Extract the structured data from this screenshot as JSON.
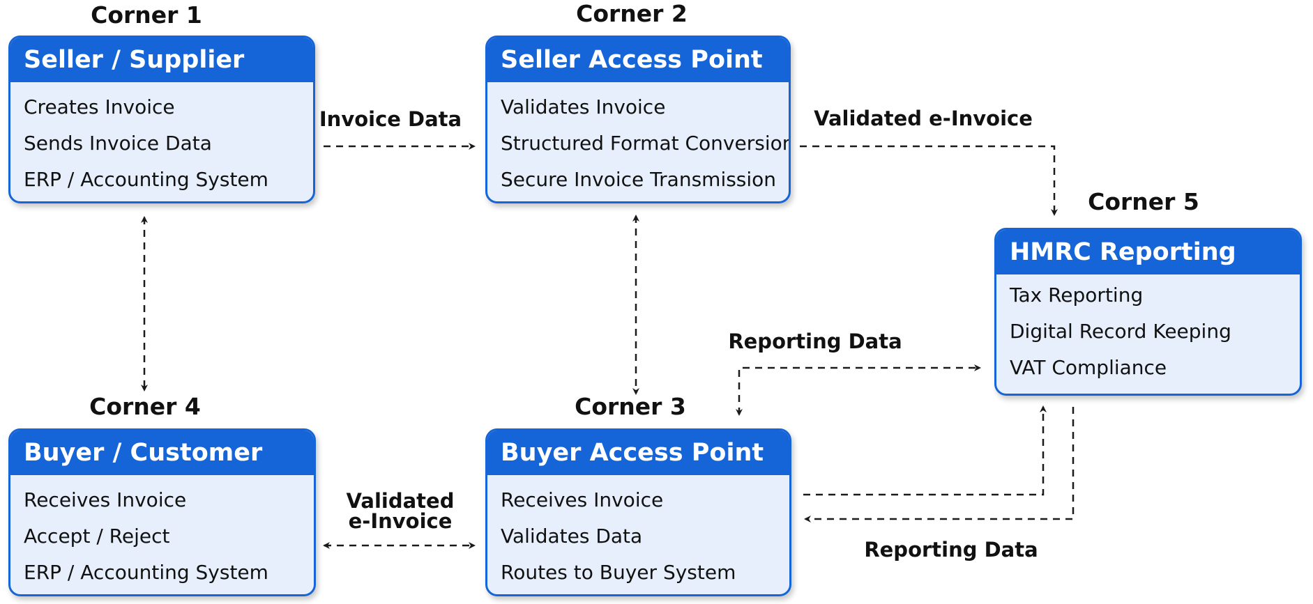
{
  "corners": [
    {
      "id": "c1",
      "label": "Corner 1",
      "title": "Seller / Supplier",
      "items": [
        "Creates Invoice",
        "Sends Invoice Data",
        "ERP / Accounting System"
      ]
    },
    {
      "id": "c2",
      "label": "Corner 2",
      "title": "Seller Access Point",
      "items": [
        "Validates Invoice",
        "Structured Format Conversion",
        "Secure Invoice Transmission"
      ]
    },
    {
      "id": "c3",
      "label": "Corner 3",
      "title": "Buyer Access Point",
      "items": [
        "Receives Invoice",
        "Validates Data",
        "Routes to Buyer System"
      ]
    },
    {
      "id": "c4",
      "label": "Corner 4",
      "title": "Buyer / Customer",
      "items": [
        "Receives Invoice",
        "Accept / Reject",
        "ERP / Accounting System"
      ]
    },
    {
      "id": "c5",
      "label": "Corner 5",
      "title": "HMRC Reporting",
      "items": [
        "Tax Reporting",
        "Digital Record Keeping",
        "VAT Compliance"
      ]
    }
  ],
  "flows": {
    "invoice_data": "Invoice Data",
    "validated_einvoice_top": "Validated e-Invoice",
    "validated_einvoice_bottom_line1": "Validated",
    "validated_einvoice_bottom_line2": "e-Invoice",
    "reporting_data_top": "Reporting Data",
    "reporting_data_bottom": "Reporting Data"
  },
  "colors": {
    "accent": "#1565d8",
    "box_fill": "#e6effb",
    "arrow": "#1a1a1a"
  }
}
